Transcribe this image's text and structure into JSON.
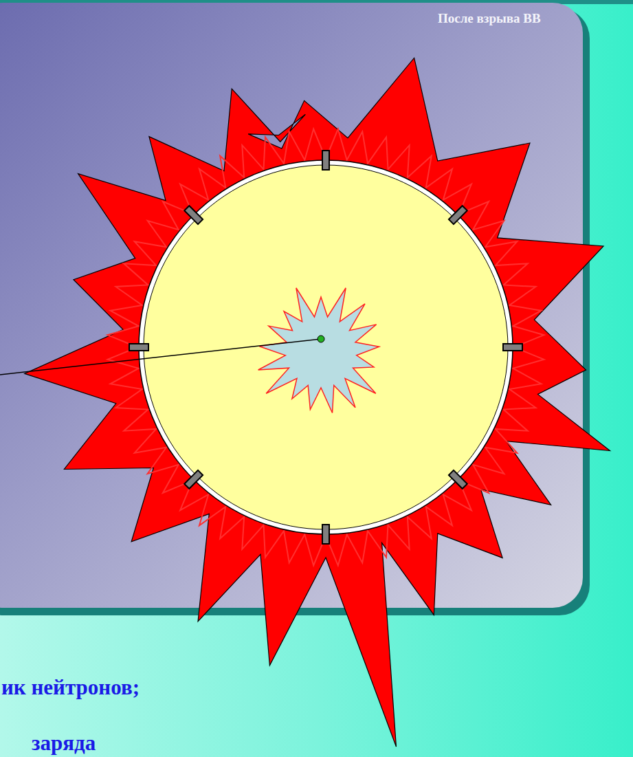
{
  "diagram": {
    "labels": [
      "После взрыва ВВ",
      "ик нейтронов;",
      "заряда"
    ]
  }
}
